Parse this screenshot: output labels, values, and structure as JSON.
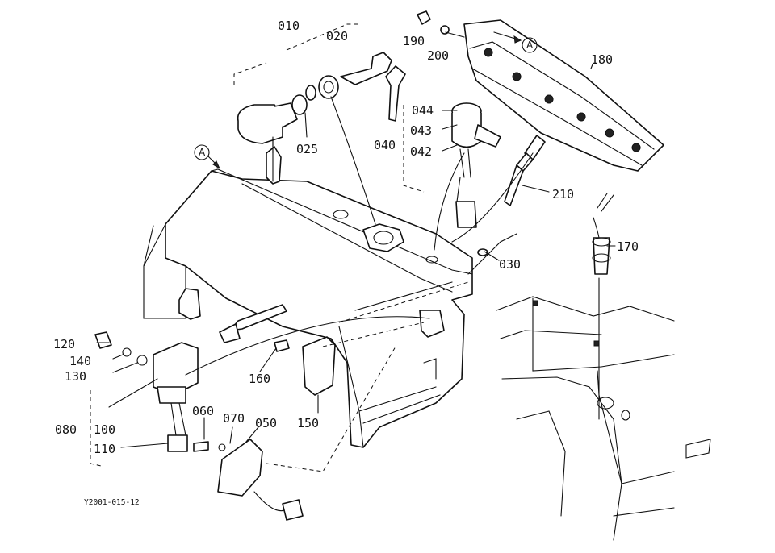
{
  "part_labels": {
    "p010": "010",
    "p020": "020",
    "p025": "025",
    "p030": "030",
    "p040": "040",
    "p042": "042",
    "p043": "043",
    "p044": "044",
    "p050": "050",
    "p060": "060",
    "p070": "070",
    "p080": "080",
    "p100": "100",
    "p110": "110",
    "p120": "120",
    "p130": "130",
    "p140": "140",
    "p150": "150",
    "p160": "160",
    "p170": "170",
    "p180": "180",
    "p190": "190",
    "p200": "200",
    "p210": "210"
  },
  "markers": {
    "ref_a": "A"
  },
  "drawing_code": "Y2001-015-12"
}
